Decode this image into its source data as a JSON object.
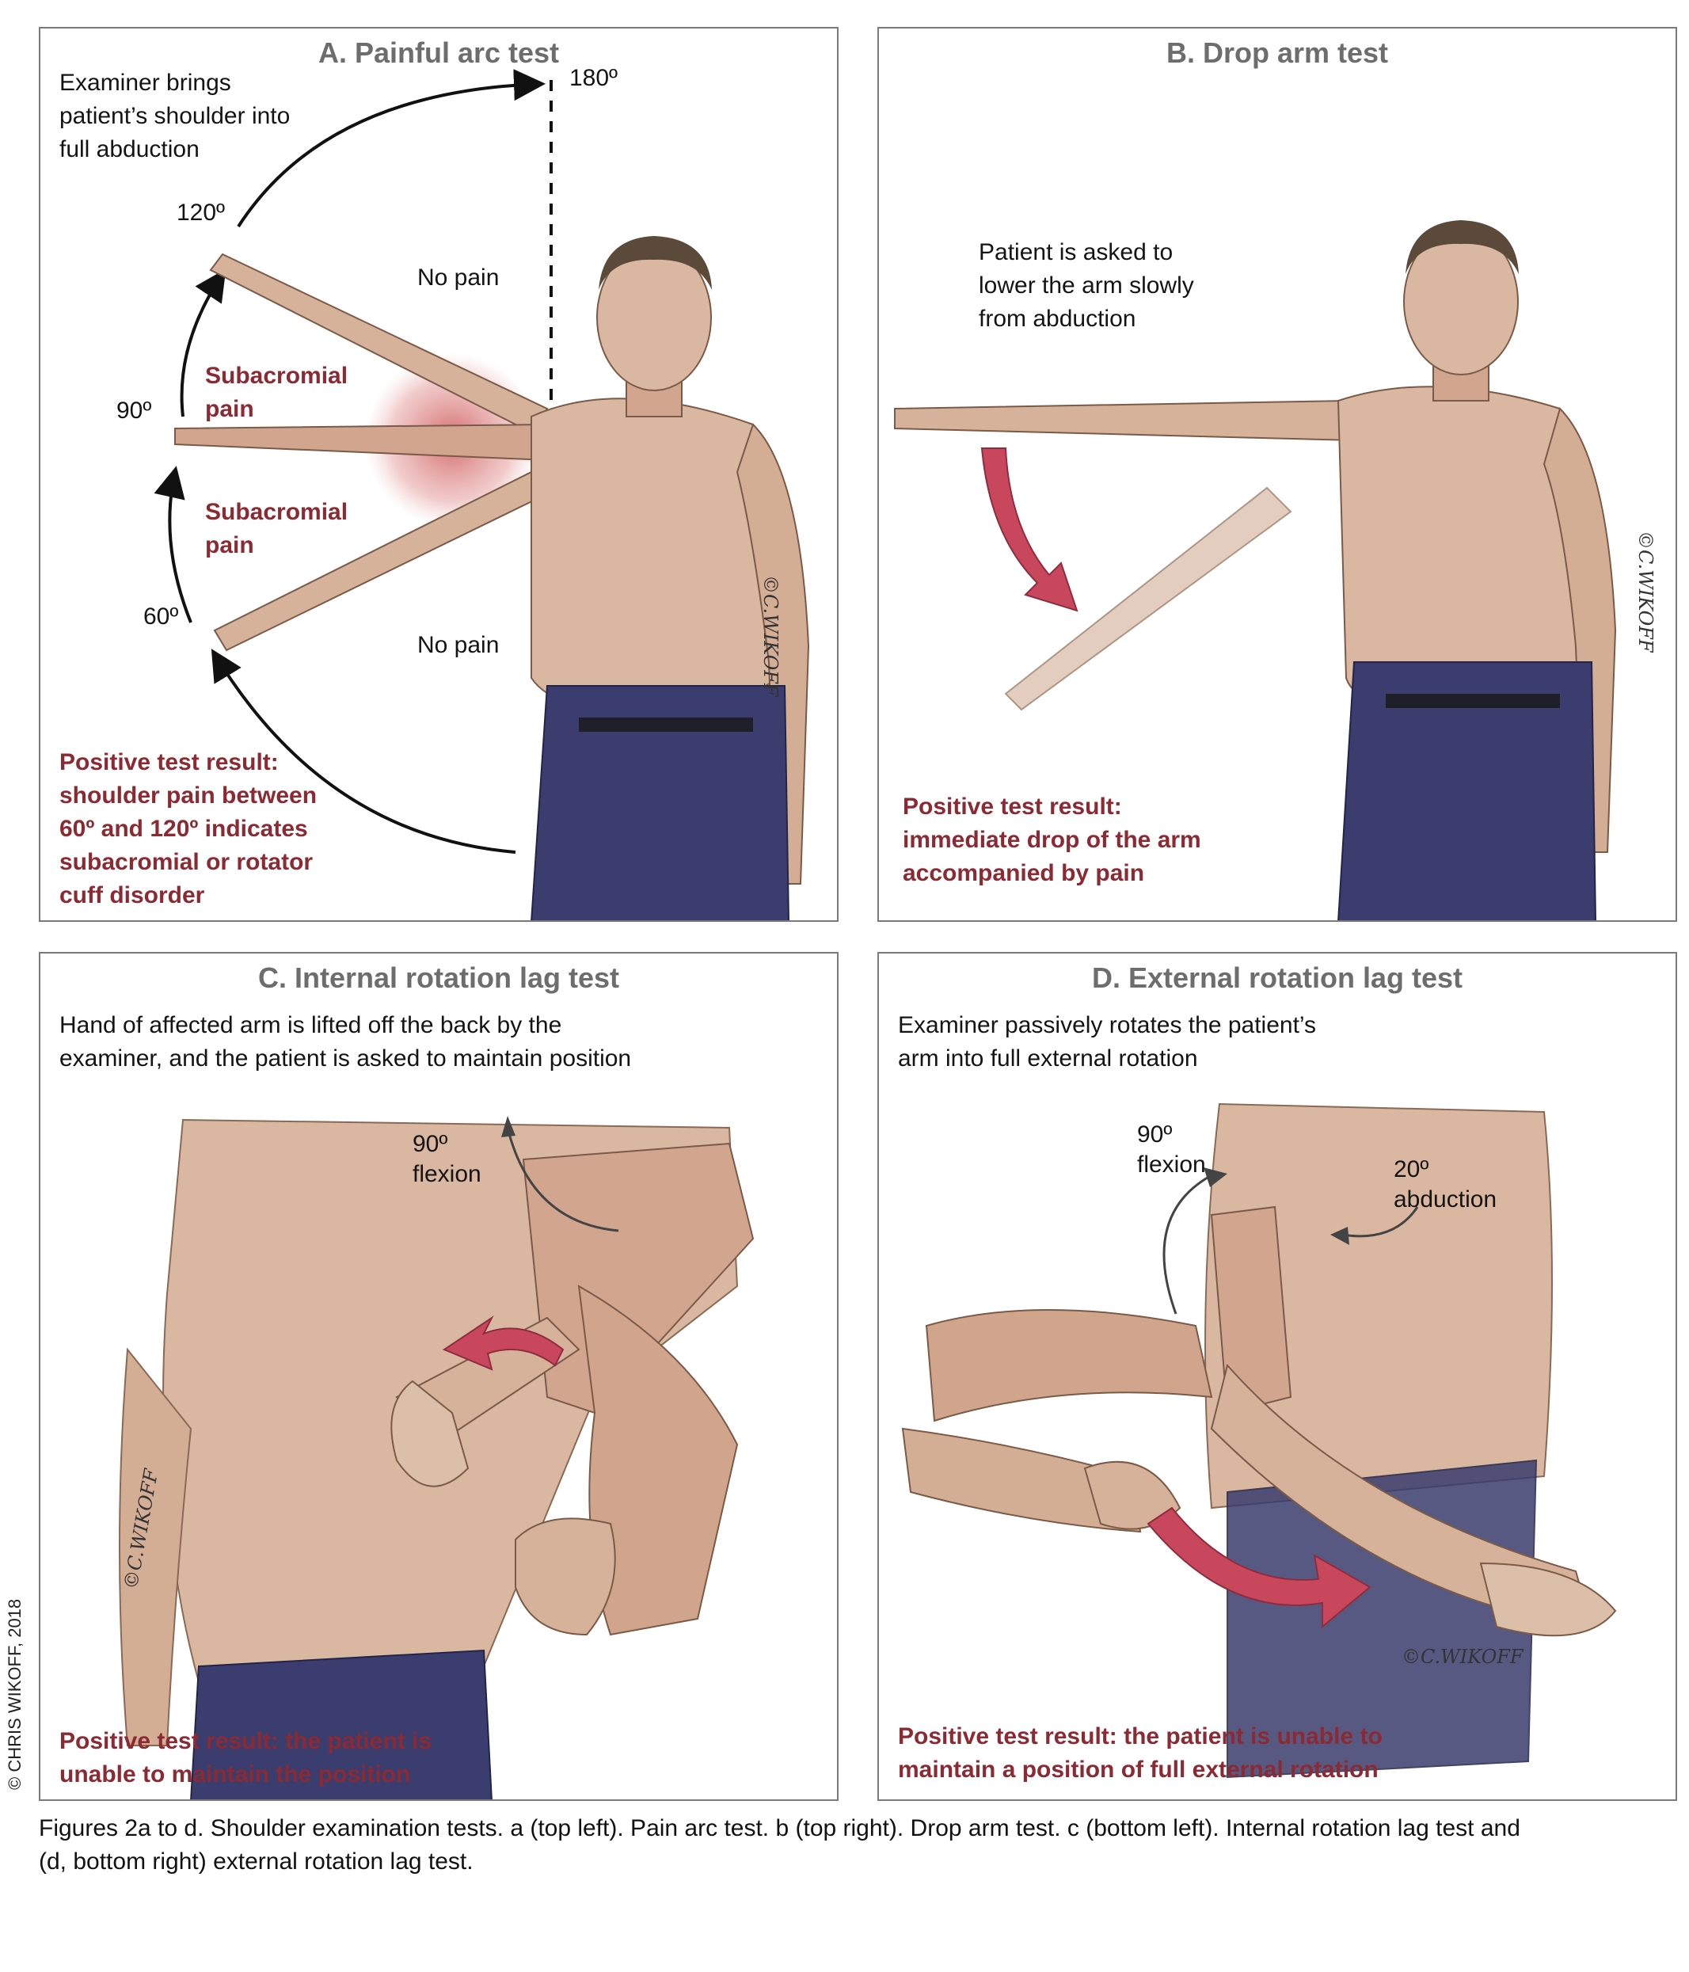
{
  "panels": {
    "a": {
      "title": "A. Painful arc test",
      "instruction": [
        "Examiner brings",
        "patient’s shoulder into",
        "full abduction"
      ],
      "angles": {
        "a180": "180º",
        "a120": "120º",
        "a90": "90º",
        "a60": "60º"
      },
      "zones": {
        "no_pain_top": "No pain",
        "subacromial_upper": [
          "Subacromial",
          "pain"
        ],
        "subacromial_lower": [
          "Subacromial",
          "pain"
        ],
        "no_pain_bottom": "No pain"
      },
      "result": [
        "Positive test result:",
        "shoulder pain between",
        "60º and 120º indicates",
        "subacromial or rotator",
        "cuff disorder"
      ]
    },
    "b": {
      "title": "B. Drop arm test",
      "instruction": [
        "Patient is asked to",
        "lower the arm slowly",
        "from abduction"
      ],
      "result": [
        "Positive test result:",
        "immediate drop of the arm",
        "accompanied by pain"
      ]
    },
    "c": {
      "title": "C. Internal rotation lag test",
      "instruction": [
        "Hand of affected arm is lifted off the back by the",
        "examiner, and the patient is asked to maintain position"
      ],
      "label_flexion": [
        "90º",
        "flexion"
      ],
      "result": [
        "Positive test result: the patient is",
        "unable to maintain the position"
      ]
    },
    "d": {
      "title": "D. External rotation lag test",
      "instruction": [
        "Examiner passively rotates the patient’s",
        "arm into full external rotation"
      ],
      "label_flexion": [
        "90º",
        "flexion"
      ],
      "label_abduction": [
        "20º",
        "abduction"
      ],
      "result": [
        "Positive test result: the patient is unable to",
        "maintain a position of full external rotation"
      ]
    }
  },
  "signature": "©C.WIKOFF",
  "side_credit": "© CHRIS WIKOFF, 2018",
  "caption": [
    "Figures 2a to d. Shoulder examination tests. a (top left). Pain arc test. b (top right). Drop arm test. c (bottom left). Internal rotation lag test and",
    "(d, bottom right) external rotation lag test."
  ],
  "colors": {
    "accent_red": "#8b2a32",
    "arrow_pink": "#c8475c",
    "skin": "#d9b7a0",
    "denim": "#3a3d6e",
    "border": "#7a7a7a",
    "title_gray": "#6d6d6d"
  }
}
